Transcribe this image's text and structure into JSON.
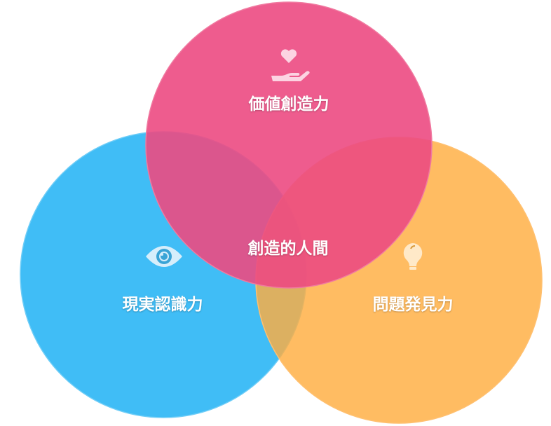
{
  "diagram": {
    "type": "venn",
    "sets": [
      {
        "label": "価値創造力",
        "icon": "heart-hand-icon",
        "color": "#ef5689"
      },
      {
        "label": "現実認識力",
        "icon": "eye-icon",
        "color": "#40bdf6"
      },
      {
        "label": "問題発見力",
        "icon": "lightbulb-icon",
        "color": "#ffad3f"
      }
    ],
    "center_label": "創造的人間"
  }
}
